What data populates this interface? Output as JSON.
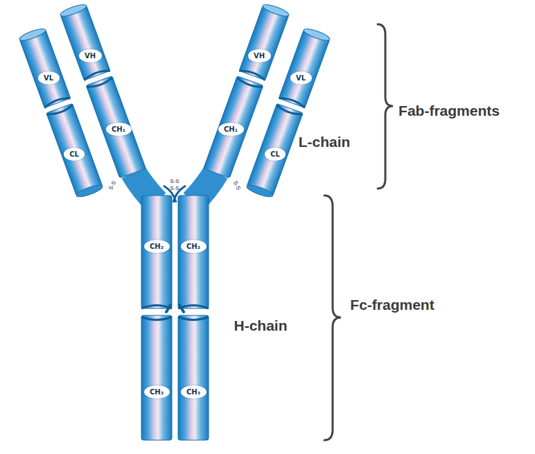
{
  "diagram": {
    "nodes": [
      {
        "text": [
          "VH"
        ]
      },
      {
        "text": [
          "VH"
        ]
      },
      {
        "text": [
          "VL"
        ]
      },
      {
        "text": [
          "VL"
        ]
      },
      {
        "text": [
          "CH₁"
        ]
      },
      {
        "text": [
          "CH₁"
        ]
      },
      {
        "text": [
          "CL"
        ]
      },
      {
        "text": [
          "CL"
        ]
      },
      {
        "text": [
          "CH₂"
        ]
      },
      {
        "text": [
          "CH₂"
        ]
      },
      {
        "text": [
          "CH₃"
        ]
      },
      {
        "text": [
          "CH₃"
        ]
      }
    ],
    "labels": [
      "Fab-fragments",
      "L-chain",
      "S-S",
      "S-S",
      "S-S",
      "S-S",
      "Fc-fragment",
      "H-chain"
    ]
  }
}
